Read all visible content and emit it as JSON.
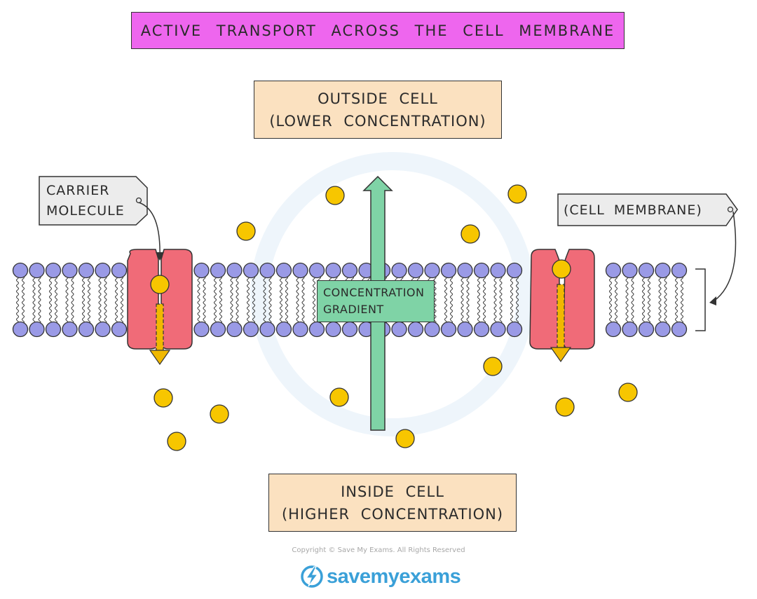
{
  "title": "ACTIVE TRANSPORT ACROSS THE CELL MEMBRANE",
  "outside": {
    "line1": "OUTSIDE CELL",
    "line2": "(LOWER CONCENTRATION)"
  },
  "inside": {
    "line1": "INSIDE CELL",
    "line2": "(HIGHER CONCENTRATION)"
  },
  "gradient": {
    "line1": "CONCENTRATION",
    "line2": "GRADIENT"
  },
  "carrier_label": {
    "line1": "CARRIER",
    "line2": "MOLECULE"
  },
  "membrane_label": "(CELL MEMBRANE)",
  "copyright": "Copyright © Save My Exams. All Rights Reserved",
  "logo_text": "savemyexams",
  "icons": [
    "lightning-bolt-icon"
  ],
  "colors": {
    "title_bg": "#ee66ee",
    "cell_box_bg": "#fbe1c0",
    "gradient_bg": "#7fd3a6",
    "phospholipid_head": "#9a9ae6",
    "carrier_protein": "#f06b78",
    "molecule": "#f7c600",
    "arrow_down": "#f0b800",
    "logo": "#3aa0d8"
  }
}
